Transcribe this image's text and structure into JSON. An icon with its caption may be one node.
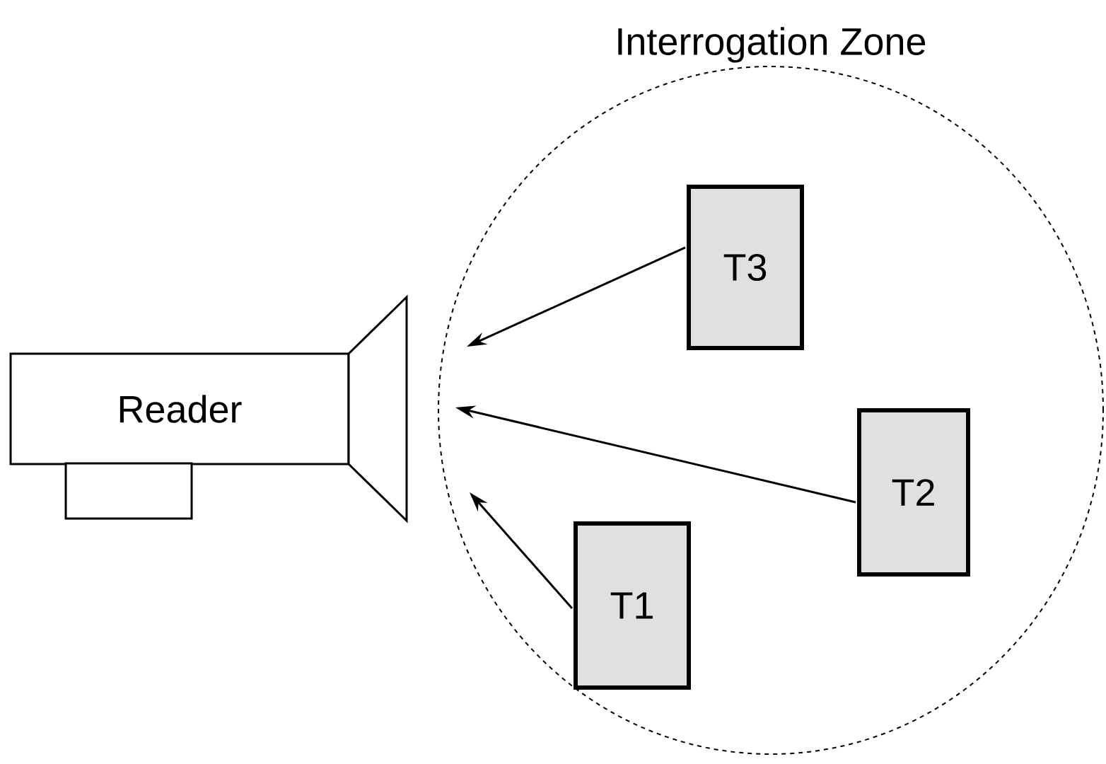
{
  "diagram": {
    "nodes": [
      {
        "text": [
          "Interrogation Zone"
        ]
      },
      {
        "text": [
          "Reader"
        ]
      },
      {
        "text": [
          "T3"
        ],
        "in": 0
      },
      {
        "text": [
          "T2"
        ],
        "in": 0
      },
      {
        "text": [
          "T1"
        ],
        "in": 0
      },
      {
        "text": [],
        "shape": "trapezoid"
      },
      {
        "text": [],
        "shape": "box"
      }
    ],
    "edges": [
      {
        "from": 2,
        "to": null,
        "arrow": "to"
      },
      {
        "from": 3,
        "to": null,
        "arrow": "to"
      },
      {
        "from": 4,
        "to": null,
        "arrow": "to"
      }
    ]
  }
}
